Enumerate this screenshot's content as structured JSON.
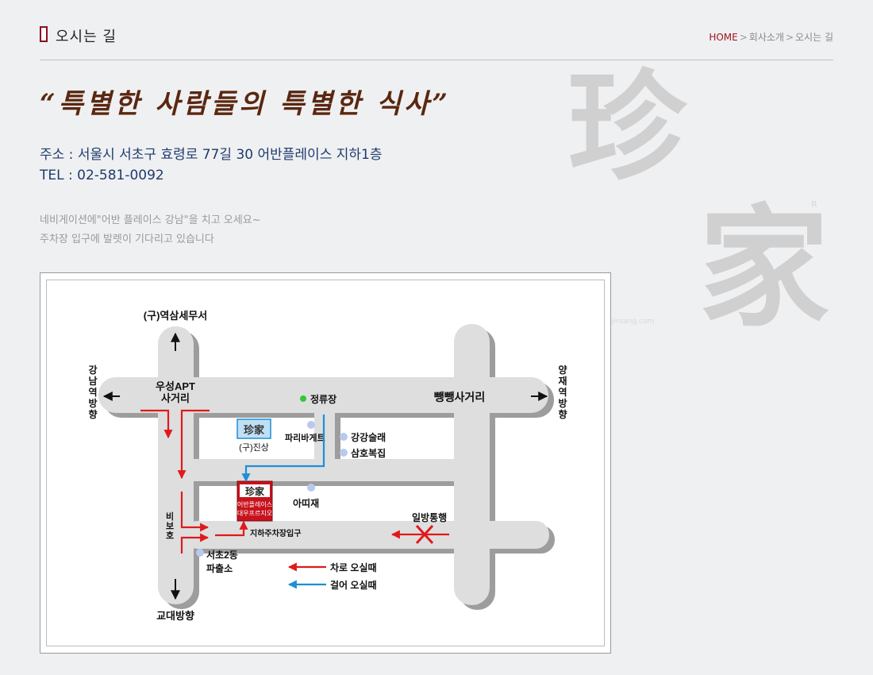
{
  "header": {
    "title": "오시는 길",
    "breadcrumb": {
      "home": "HOME",
      "sep": ">",
      "section": "회사소개",
      "current": "오시는 길"
    }
  },
  "slogan": "“특별한 사람들의 특별한 식사”",
  "address": {
    "addr_line": "주소 : 서울시 서초구 효령로 77길 30 어반플레이스 지하1층",
    "tel_line": "TEL  : 02-581-0092"
  },
  "notes": [
    "네비게이션에\"어반 플레이스 강남\"을 치고 오세요~",
    "주차장 입구에 발렛이 기다리고 있습니다"
  ],
  "watermark": {
    "chars": [
      "珍",
      "家"
    ],
    "r": "R",
    "site": "jinsang.com"
  },
  "map": {
    "north": "(구)역삼세무서",
    "west": [
      "강",
      "남",
      "역",
      "방",
      "향"
    ],
    "east": [
      "양",
      "재",
      "역",
      "방",
      "향"
    ],
    "south": "교대방향",
    "woosung": [
      "우성APT",
      "사거리"
    ],
    "bbang": "뺑뺑사거리",
    "bus_stop": "정류장",
    "paris": "파리바게트",
    "old_jinsang": "(구)진상",
    "gangsul": "강강술래",
    "samho": "삼호복집",
    "apijae": "아띠재",
    "store_logo": "珍家",
    "store_name": [
      "어반플레이스",
      "대우프르지오"
    ],
    "parking": "지하주차장입구",
    "oneway": "일방통행",
    "biboho": [
      "비",
      "보",
      "호"
    ],
    "police": [
      "서초2동",
      "파출소"
    ],
    "legend_car": "차로 오실때",
    "legend_walk": "걸어 오실때",
    "colors": {
      "car": "#e01a1a",
      "walk": "#1e8fd6",
      "road": "#dedede",
      "shadow": "#9d9d9d"
    }
  }
}
